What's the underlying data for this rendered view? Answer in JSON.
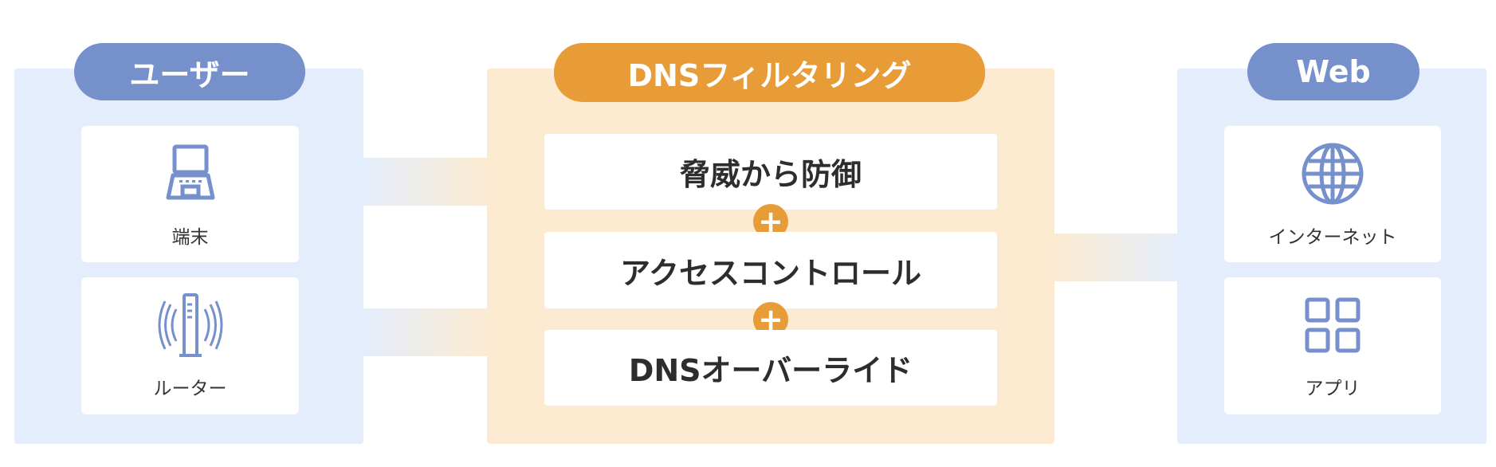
{
  "user_panel": {
    "title": "ユーザー",
    "items": [
      {
        "label": "端末",
        "icon": "laptop-icon"
      },
      {
        "label": "ルーター",
        "icon": "router-icon"
      }
    ]
  },
  "dns_panel": {
    "title": "DNSフィルタリング",
    "features": [
      "脅威から防御",
      "アクセスコントロール",
      "DNSオーバーライド"
    ],
    "plus": "+"
  },
  "web_panel": {
    "title": "Web",
    "items": [
      {
        "label": "インターネット",
        "icon": "globe-icon"
      },
      {
        "label": "アプリ",
        "icon": "apps-grid-icon"
      }
    ]
  },
  "colors": {
    "blue": "#7590cb",
    "blue_bg": "#e3edfb",
    "orange": "#e89c38",
    "orange_bg": "#fcebd1"
  }
}
